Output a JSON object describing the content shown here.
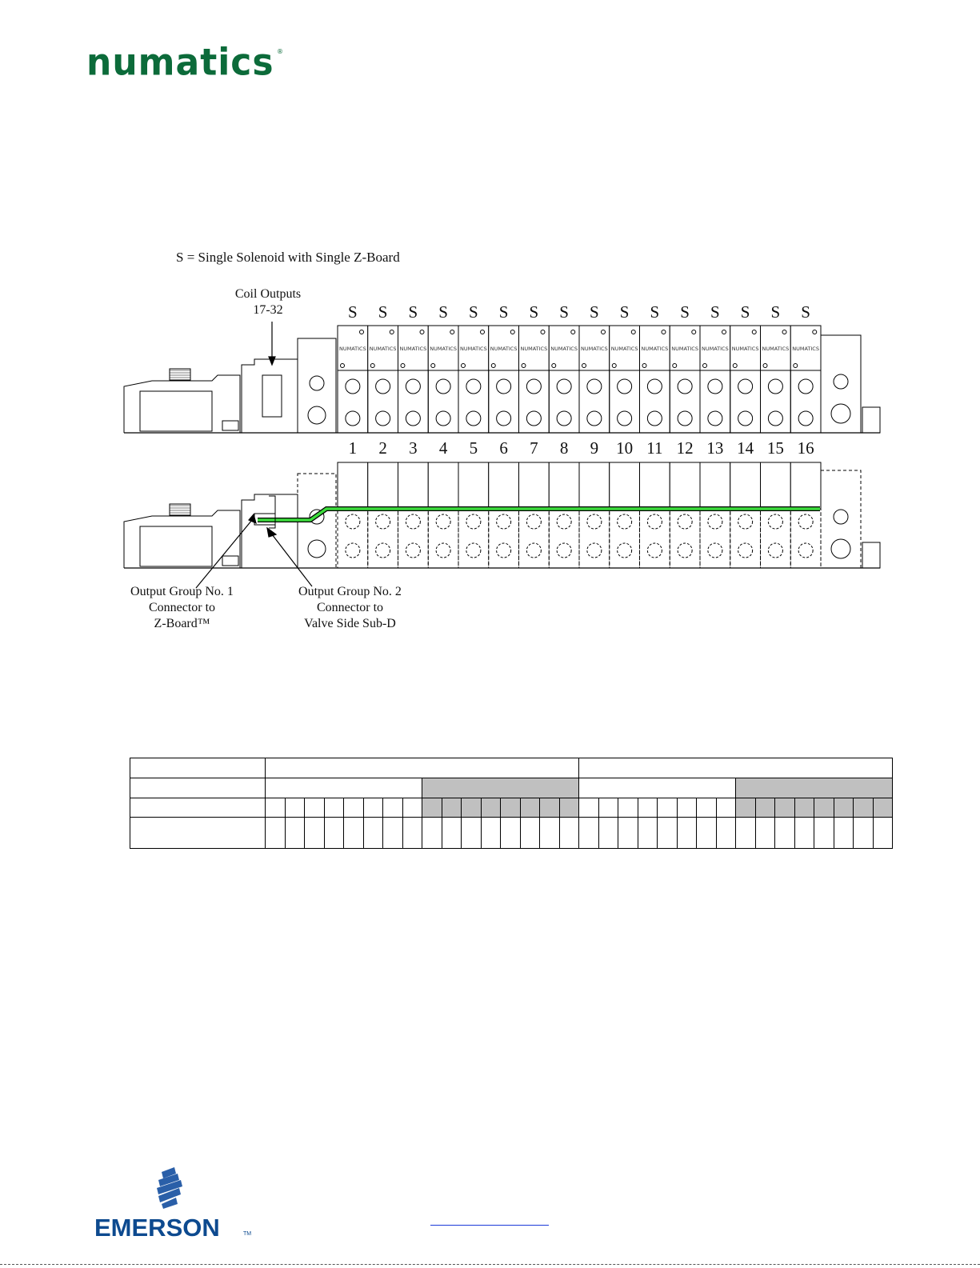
{
  "header": {
    "brand": "numatics"
  },
  "legend": {
    "text": "S = Single Solenoid with Single Z-Board"
  },
  "callouts": {
    "coil_outputs": [
      "Coil Outputs",
      "17-32"
    ],
    "group1": [
      "Output Group No. 1",
      "Connector to",
      "Z-Board™"
    ],
    "group2": [
      "Output Group No. 2",
      "Connector to",
      "Valve Side Sub-D"
    ]
  },
  "valves": {
    "type_labels": [
      "S",
      "S",
      "S",
      "S",
      "S",
      "S",
      "S",
      "S",
      "S",
      "S",
      "S",
      "S",
      "S",
      "S",
      "S",
      "S"
    ],
    "station_numbers": [
      "1",
      "2",
      "3",
      "4",
      "5",
      "6",
      "7",
      "8",
      "9",
      "10",
      "11",
      "12",
      "13",
      "14",
      "15",
      "16"
    ],
    "badge_text": "NUMATICS"
  },
  "footer": {
    "brand": "EMERSON",
    "trademark": "TM"
  }
}
